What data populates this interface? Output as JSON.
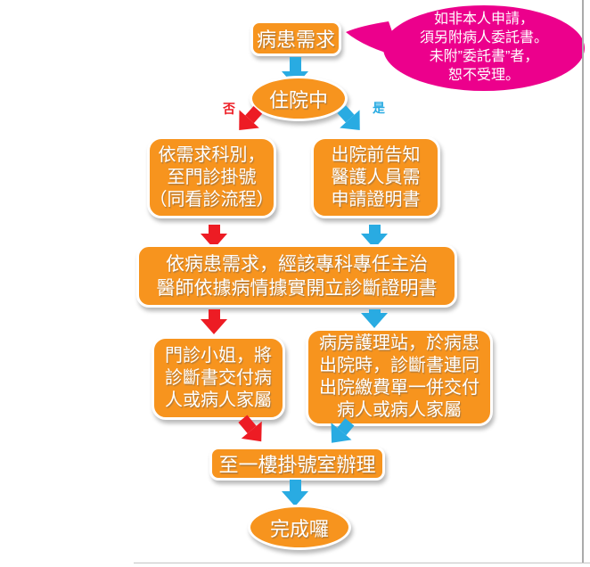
{
  "colors": {
    "orange": "#F7941E",
    "pink": "#EC008C",
    "blue": "#29ABE2",
    "red": "#ED1C24"
  },
  "flowchart": {
    "start": "病患需求",
    "note": {
      "lines": [
        "如非本人申請，",
        "須另附病人委託書。",
        "未附”委託書”者，",
        "恕不受理。"
      ]
    },
    "decision": "住院中",
    "branch_no_label": "否",
    "branch_yes_label": "是",
    "no_box": {
      "lines": [
        "依需求科別，",
        "至門診掛號",
        "（同看診流程）"
      ]
    },
    "yes_box": {
      "lines": [
        "出院前告知",
        "醫護人員需",
        "申請證明書"
      ]
    },
    "doctor_box": {
      "lines": [
        "依病患需求，經該專科專任主治",
        "醫師依據病情據實開立診斷證明書"
      ]
    },
    "clinic_box": {
      "lines": [
        "門診小姐，將",
        "診斷書交付病",
        "人或病人家屬"
      ]
    },
    "ward_box": {
      "lines": [
        "病房護理站，於病患",
        "出院時，診斷書連同",
        "出院繳費單一併交付",
        "病人或病人家屬"
      ]
    },
    "counter_box": "至一樓掛號室辦理",
    "end": "完成囉"
  }
}
